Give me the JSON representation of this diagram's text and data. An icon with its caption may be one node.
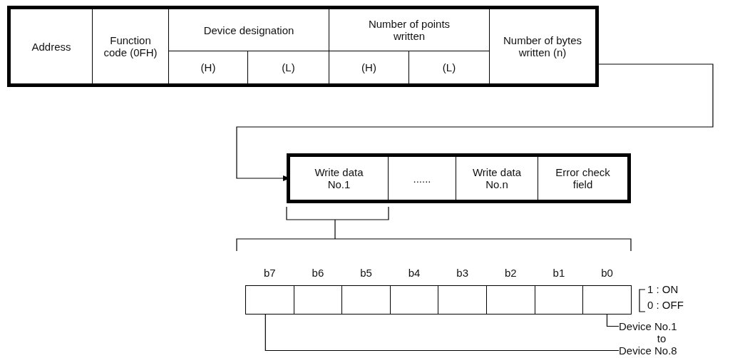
{
  "diagram": {
    "nodes": [
      {
        "text": [],
        "shape": "box"
      },
      {
        "text": [
          "Address"
        ],
        "in": 0
      },
      {
        "text": [
          "Function code (0FH)"
        ],
        "in": 0
      },
      {
        "text": [
          "Device designation"
        ],
        "in": 0
      },
      {
        "text": [
          "(H)"
        ],
        "in": 0
      },
      {
        "text": [
          "(L)"
        ],
        "in": 0
      },
      {
        "text": [
          "Number of points written"
        ],
        "in": 0
      },
      {
        "text": [
          "(H)"
        ],
        "in": 0
      },
      {
        "text": [
          "(L)"
        ],
        "in": 0
      },
      {
        "text": [
          "Number of bytes written (n)"
        ],
        "in": 0
      },
      {
        "text": [],
        "shape": "box"
      },
      {
        "text": [
          "Write data No.1"
        ],
        "in": 10
      },
      {
        "text": [
          "......"
        ],
        "in": 10
      },
      {
        "text": [
          "Write data No.n"
        ],
        "in": 10
      },
      {
        "text": [
          "Error check field"
        ],
        "in": 10
      },
      {
        "text": [],
        "shape": "box",
        "beside": [
          "b7"
        ]
      },
      {
        "text": [],
        "shape": "box",
        "beside": [
          "b6"
        ]
      },
      {
        "text": [],
        "shape": "box",
        "beside": [
          "b5"
        ]
      },
      {
        "text": [],
        "shape": "box",
        "beside": [
          "b4"
        ]
      },
      {
        "text": [],
        "shape": "box",
        "beside": [
          "b3"
        ]
      },
      {
        "text": [],
        "shape": "box",
        "beside": [
          "b2"
        ]
      },
      {
        "text": [],
        "shape": "box",
        "beside": [
          "b1"
        ]
      },
      {
        "text": [],
        "shape": "box",
        "beside": [
          "b0"
        ]
      },
      {
        "text": [
          "Device No.1"
        ]
      },
      {
        "text": [
          "Device No.8"
        ]
      }
    ],
    "edges": [
      {
        "from": 9,
        "to": 11,
        "arrow": "to"
      },
      {
        "from": 23,
        "to": 22,
        "arrow": "none"
      },
      {
        "from": 24,
        "to": 15,
        "arrow": "none"
      }
    ],
    "labels": [
      "1 : ON",
      "0 : OFF",
      "to"
    ]
  }
}
